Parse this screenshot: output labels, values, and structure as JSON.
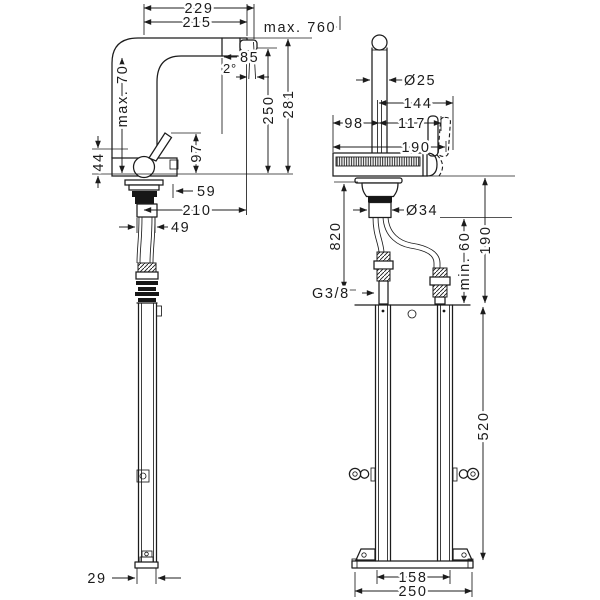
{
  "title": "Faucet installation dimensional drawing",
  "colors": {
    "line": "#1c1c1c",
    "background": "#ffffff"
  },
  "drawing": {
    "side_view": {
      "labels": {
        "spout_reach_total": "229",
        "spout_reach": "215",
        "pullout_max": "max. 760",
        "spout_inset": "85",
        "aerator_angle": "2°",
        "base_clearance": "max. 70",
        "height_to_aerator": "250",
        "height_total": "281",
        "body_height": "44",
        "handle_height": "97",
        "handle_reach": "59",
        "reach_below": "210",
        "shank_width": "49",
        "rail_width": "29"
      }
    },
    "front_view": {
      "labels": {
        "pipe_diameter": "Ø25",
        "reach_right_max": "144",
        "body_left": "98",
        "body_right": "117",
        "body_width": "190",
        "shank_diameter": "Ø34",
        "hose_length": "820",
        "hose_thread": "G3/8",
        "clearance_min": "min. 60",
        "box_top_offset": "190",
        "box_height": "520",
        "box_rail_span": "158",
        "box_base_width": "250"
      }
    }
  }
}
